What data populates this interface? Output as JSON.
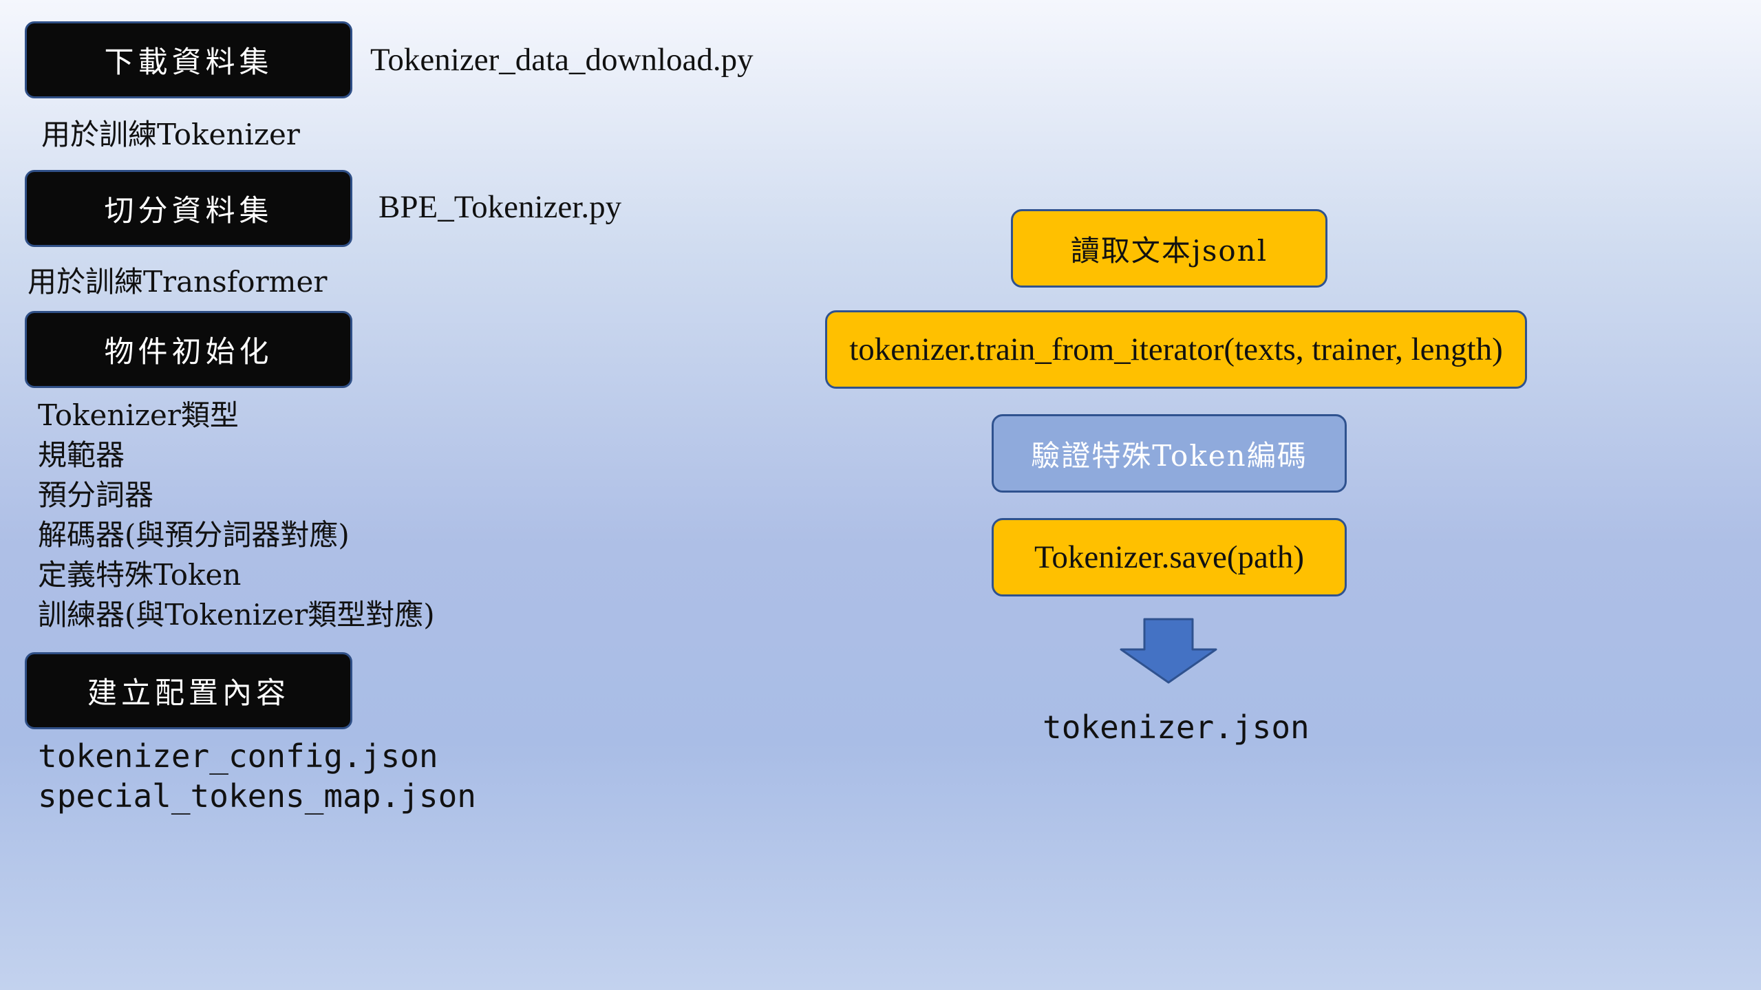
{
  "left_steps": [
    {
      "label": "下載資料集",
      "file": "Tokenizer_data_download.py",
      "note": "用於訓練Tokenizer"
    },
    {
      "label": "切分資料集",
      "file": "BPE_Tokenizer.py",
      "note": "用於訓練Transformer"
    },
    {
      "label": "物件初始化",
      "items": [
        "Tokenizer類型",
        "規範器",
        "預分詞器",
        "解碼器(與預分詞器對應)",
        "定義特殊Token",
        "訓練器(與Tokenizer類型對應)"
      ]
    },
    {
      "label": "建立配置內容",
      "outputs": [
        "tokenizer_config.json",
        "special_tokens_map.json"
      ]
    }
  ],
  "flow": [
    {
      "label": "讀取文本jsonl",
      "color": "#ffc000"
    },
    {
      "label": "tokenizer.train_from_iterator(texts, trainer, length)",
      "color": "#ffc000"
    },
    {
      "label": "驗證特殊Token編碼",
      "color": "#8faadc"
    },
    {
      "label": "Tokenizer.save(path)",
      "color": "#ffc000"
    }
  ],
  "flow_output": "tokenizer.json",
  "arrow_icon": "down-arrow-icon",
  "colors": {
    "block": "#0a0a0a",
    "yellow": "#ffc000",
    "blue_box": "#8faadc",
    "arrow": "#4472c4",
    "border": "#2f528f"
  }
}
